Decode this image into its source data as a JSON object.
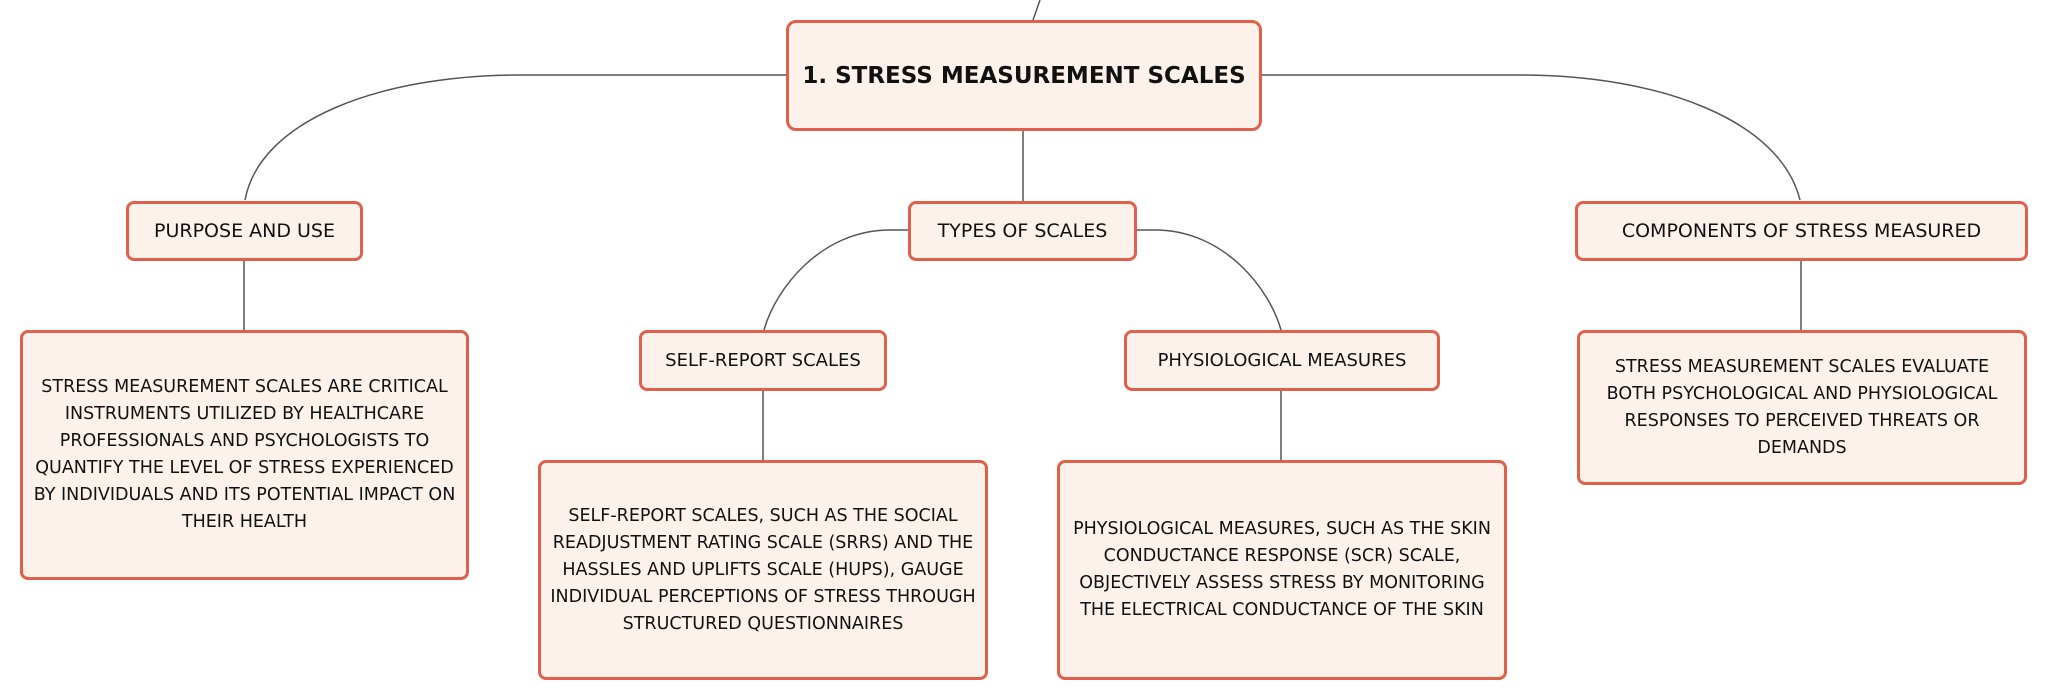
{
  "mindmap": {
    "root": {
      "label": "1. STRESS MEASUREMENT SCALES"
    },
    "purpose": {
      "label": "PURPOSE AND USE",
      "detail": "STRESS MEASUREMENT SCALES ARE CRITICAL INSTRUMENTS UTILIZED BY HEALTHCARE PROFESSIONALS AND PSYCHOLOGISTS TO QUANTIFY THE LEVEL OF STRESS EXPERIENCED BY INDIVIDUALS AND ITS POTENTIAL IMPACT ON THEIR HEALTH"
    },
    "types": {
      "label": "TYPES OF SCALES",
      "self_report": {
        "label": "SELF-REPORT SCALES",
        "detail": "SELF-REPORT SCALES, SUCH AS THE SOCIAL READJUSTMENT RATING SCALE (SRRS) AND THE HASSLES AND UPLIFTS SCALE (HUPS), GAUGE INDIVIDUAL PERCEPTIONS OF STRESS THROUGH STRUCTURED QUESTIONNAIRES"
      },
      "physiological": {
        "label": "PHYSIOLOGICAL MEASURES",
        "detail": "PHYSIOLOGICAL MEASURES, SUCH AS THE SKIN CONDUCTANCE RESPONSE (SCR) SCALE, OBJECTIVELY ASSESS STRESS BY MONITORING THE ELECTRICAL CONDUCTANCE OF THE SKIN"
      }
    },
    "components": {
      "label": "COMPONENTS OF STRESS MEASURED",
      "detail": "STRESS MEASUREMENT SCALES EVALUATE BOTH PSYCHOLOGICAL AND PHYSIOLOGICAL RESPONSES TO PERCEIVED THREATS OR DEMANDS"
    }
  },
  "colors": {
    "node_fill": "#fdf1ec",
    "node_border": "#e0604a",
    "connector": "#555555",
    "text": "#111111"
  }
}
